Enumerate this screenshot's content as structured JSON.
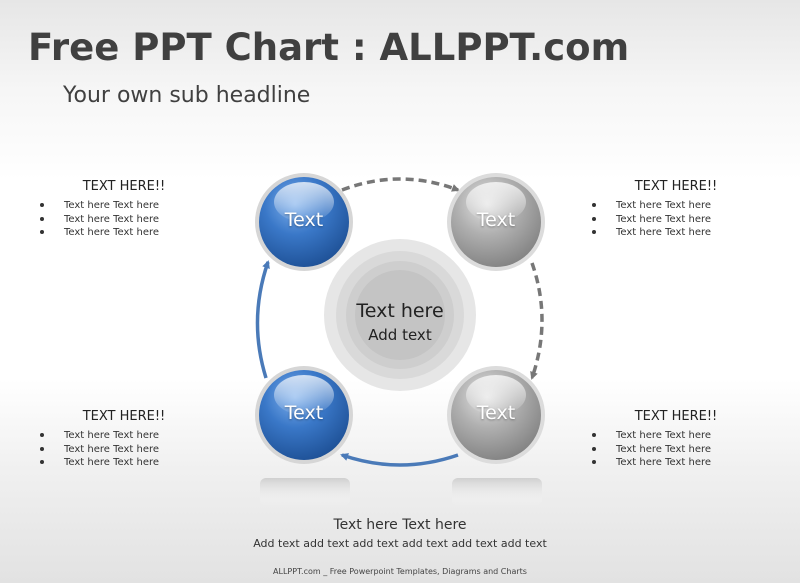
{
  "slide": {
    "title": "Free PPT Chart : ALLPPT.com",
    "subtitle": "Your own sub headline"
  },
  "text_boxes": [
    {
      "heading": "TEXT HERE!!",
      "items": [
        "Text here Text here",
        "Text here Text here",
        "Text here Text here"
      ]
    },
    {
      "heading": "TEXT HERE!!",
      "items": [
        "Text here Text here",
        "Text here Text here",
        "Text here Text here"
      ]
    },
    {
      "heading": "TEXT HERE!!",
      "items": [
        "Text here Text here",
        "Text here Text here",
        "Text here Text here"
      ]
    },
    {
      "heading": "TEXT HERE!!",
      "items": [
        "Text here Text here",
        "Text here Text here",
        "Text here Text here"
      ]
    }
  ],
  "cycle": {
    "circles": [
      {
        "label": "Text",
        "color": "blue"
      },
      {
        "label": "Text",
        "color": "gray"
      },
      {
        "label": "Text",
        "color": "gray"
      },
      {
        "label": "Text",
        "color": "blue"
      }
    ],
    "center_main": "Text here",
    "center_sub": "Add text",
    "colors": {
      "blue": "#2f6ab4",
      "gray": "#9a9a9a",
      "arrow_blue": "#4a7ab8",
      "arrow_gray": "#777777"
    }
  },
  "bottom": {
    "main": "Text here Text here",
    "sub": "Add text add text add text add text add text add text"
  },
  "footer": "ALLPPT.com _ Free Powerpoint Templates, Diagrams and Charts"
}
